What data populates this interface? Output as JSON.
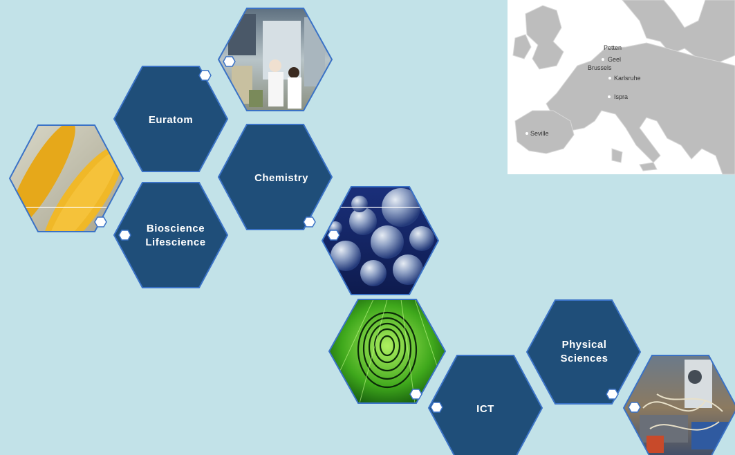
{
  "colors": {
    "background": "#c2e2e8",
    "hex_fill": "#1f4e79",
    "hex_border": "#3a72c6",
    "label_text": "#ffffff"
  },
  "topics": [
    {
      "label": "Euratom"
    },
    {
      "label": "Chemistry"
    },
    {
      "label_lines": [
        "Bioscience",
        "Lifescience"
      ]
    },
    {
      "label": "ICT"
    },
    {
      "label_lines": [
        "Physical",
        "Sciences"
      ]
    }
  ],
  "photos": [
    {
      "icon": "laboratory-robotics-photo"
    },
    {
      "icon": "corn-cobs-photo"
    },
    {
      "icon": "nanoparticle-spheres-photo"
    },
    {
      "icon": "digital-fingerprint-photo"
    },
    {
      "icon": "physics-apparatus-photo"
    }
  ],
  "map": {
    "icon": "europe-map",
    "cities": [
      "Petten",
      "Geel",
      "Brussels",
      "Karlsruhe",
      "Ispra",
      "Seville"
    ]
  }
}
